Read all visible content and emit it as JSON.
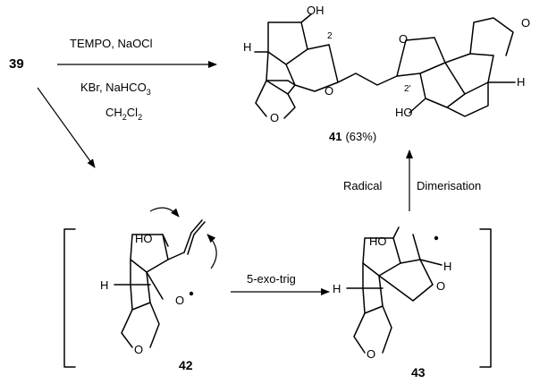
{
  "scheme": {
    "start_compound": "39",
    "reagents_line1": "TEMPO, NaOCl",
    "reagents_line2": "KBr, NaHCO",
    "reagents_line2_sub": "3",
    "solvent_main": "CH",
    "solvent_sub": "2",
    "solvent_main2": "Cl",
    "solvent_sub2": "2",
    "product": {
      "label": "41",
      "yield": "(63%)",
      "oh_left": "OH",
      "oh_right": "HO",
      "o_left_ring": "O",
      "o_right_ring": "O",
      "o_left_bottom": "O",
      "o_right_top": "O",
      "h_left": "H",
      "h_right": "H",
      "locant_2": "2",
      "locant_2prime": "2′"
    },
    "radical_arrow_label_left": "Radical",
    "radical_arrow_label_right": "Dimerisation",
    "intermediate_42": {
      "label": "42",
      "oh": "HO",
      "o_radical": "O",
      "o_bottom": "O",
      "h": "H"
    },
    "cyclization_label": "5-exo-trig",
    "intermediate_43": {
      "label": "43",
      "oh": "HO",
      "o_ring": "O",
      "o_bottom": "O",
      "h_left": "H",
      "h_right": "H"
    }
  }
}
